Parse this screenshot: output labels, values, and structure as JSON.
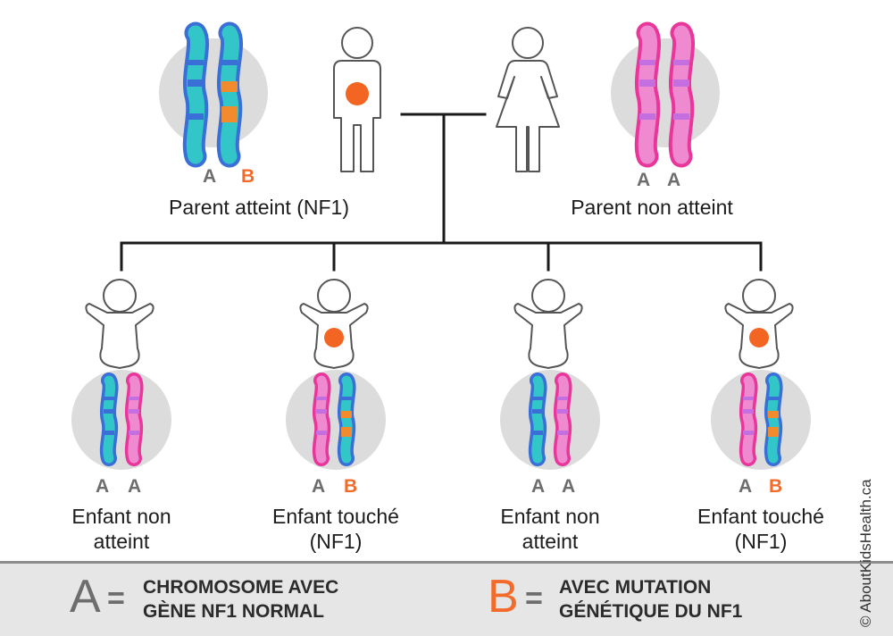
{
  "parents": {
    "affected": {
      "label": "Parent atteint (NF1)",
      "allele_1": "A",
      "allele_2": "B"
    },
    "unaffected": {
      "label": "Parent non atteint",
      "allele_1": "A",
      "allele_2": "A"
    }
  },
  "children": [
    {
      "line1": "Enfant non",
      "line2": "atteint",
      "allele_1": "A",
      "allele_2": "A"
    },
    {
      "line1": "Enfant touché",
      "line2": "(NF1)",
      "allele_1": "A",
      "allele_2": "B"
    },
    {
      "line1": "Enfant non",
      "line2": "atteint",
      "allele_1": "A",
      "allele_2": "A"
    },
    {
      "line1": "Enfant touché",
      "line2": "(NF1)",
      "allele_1": "A",
      "allele_2": "B"
    }
  ],
  "legend": {
    "a": {
      "letter": "A",
      "equals": "=",
      "line1": "CHROMOSOME AVEC",
      "line2": "GÈNE NF1 NORMAL"
    },
    "b": {
      "letter": "B",
      "equals": "=",
      "line1": "AVEC MUTATION",
      "line2": "GÉNÉTIQUE DU NF1"
    }
  },
  "copyright": "© AboutKidsHealth.ca",
  "colors": {
    "allele_normal": "#6d6d6d",
    "allele_mutation": "#f26b2a",
    "blue_outline": "#3a6fd8",
    "teal": "#33c6c8",
    "pink_outline": "#e9369b",
    "pink_fill": "#f08ad0",
    "purple_band": "#c46fe0",
    "orange_band": "#f28a2e",
    "tumor": "#f26522",
    "circle_bg": "#dcdcdc",
    "line": "#1a1a1a"
  }
}
